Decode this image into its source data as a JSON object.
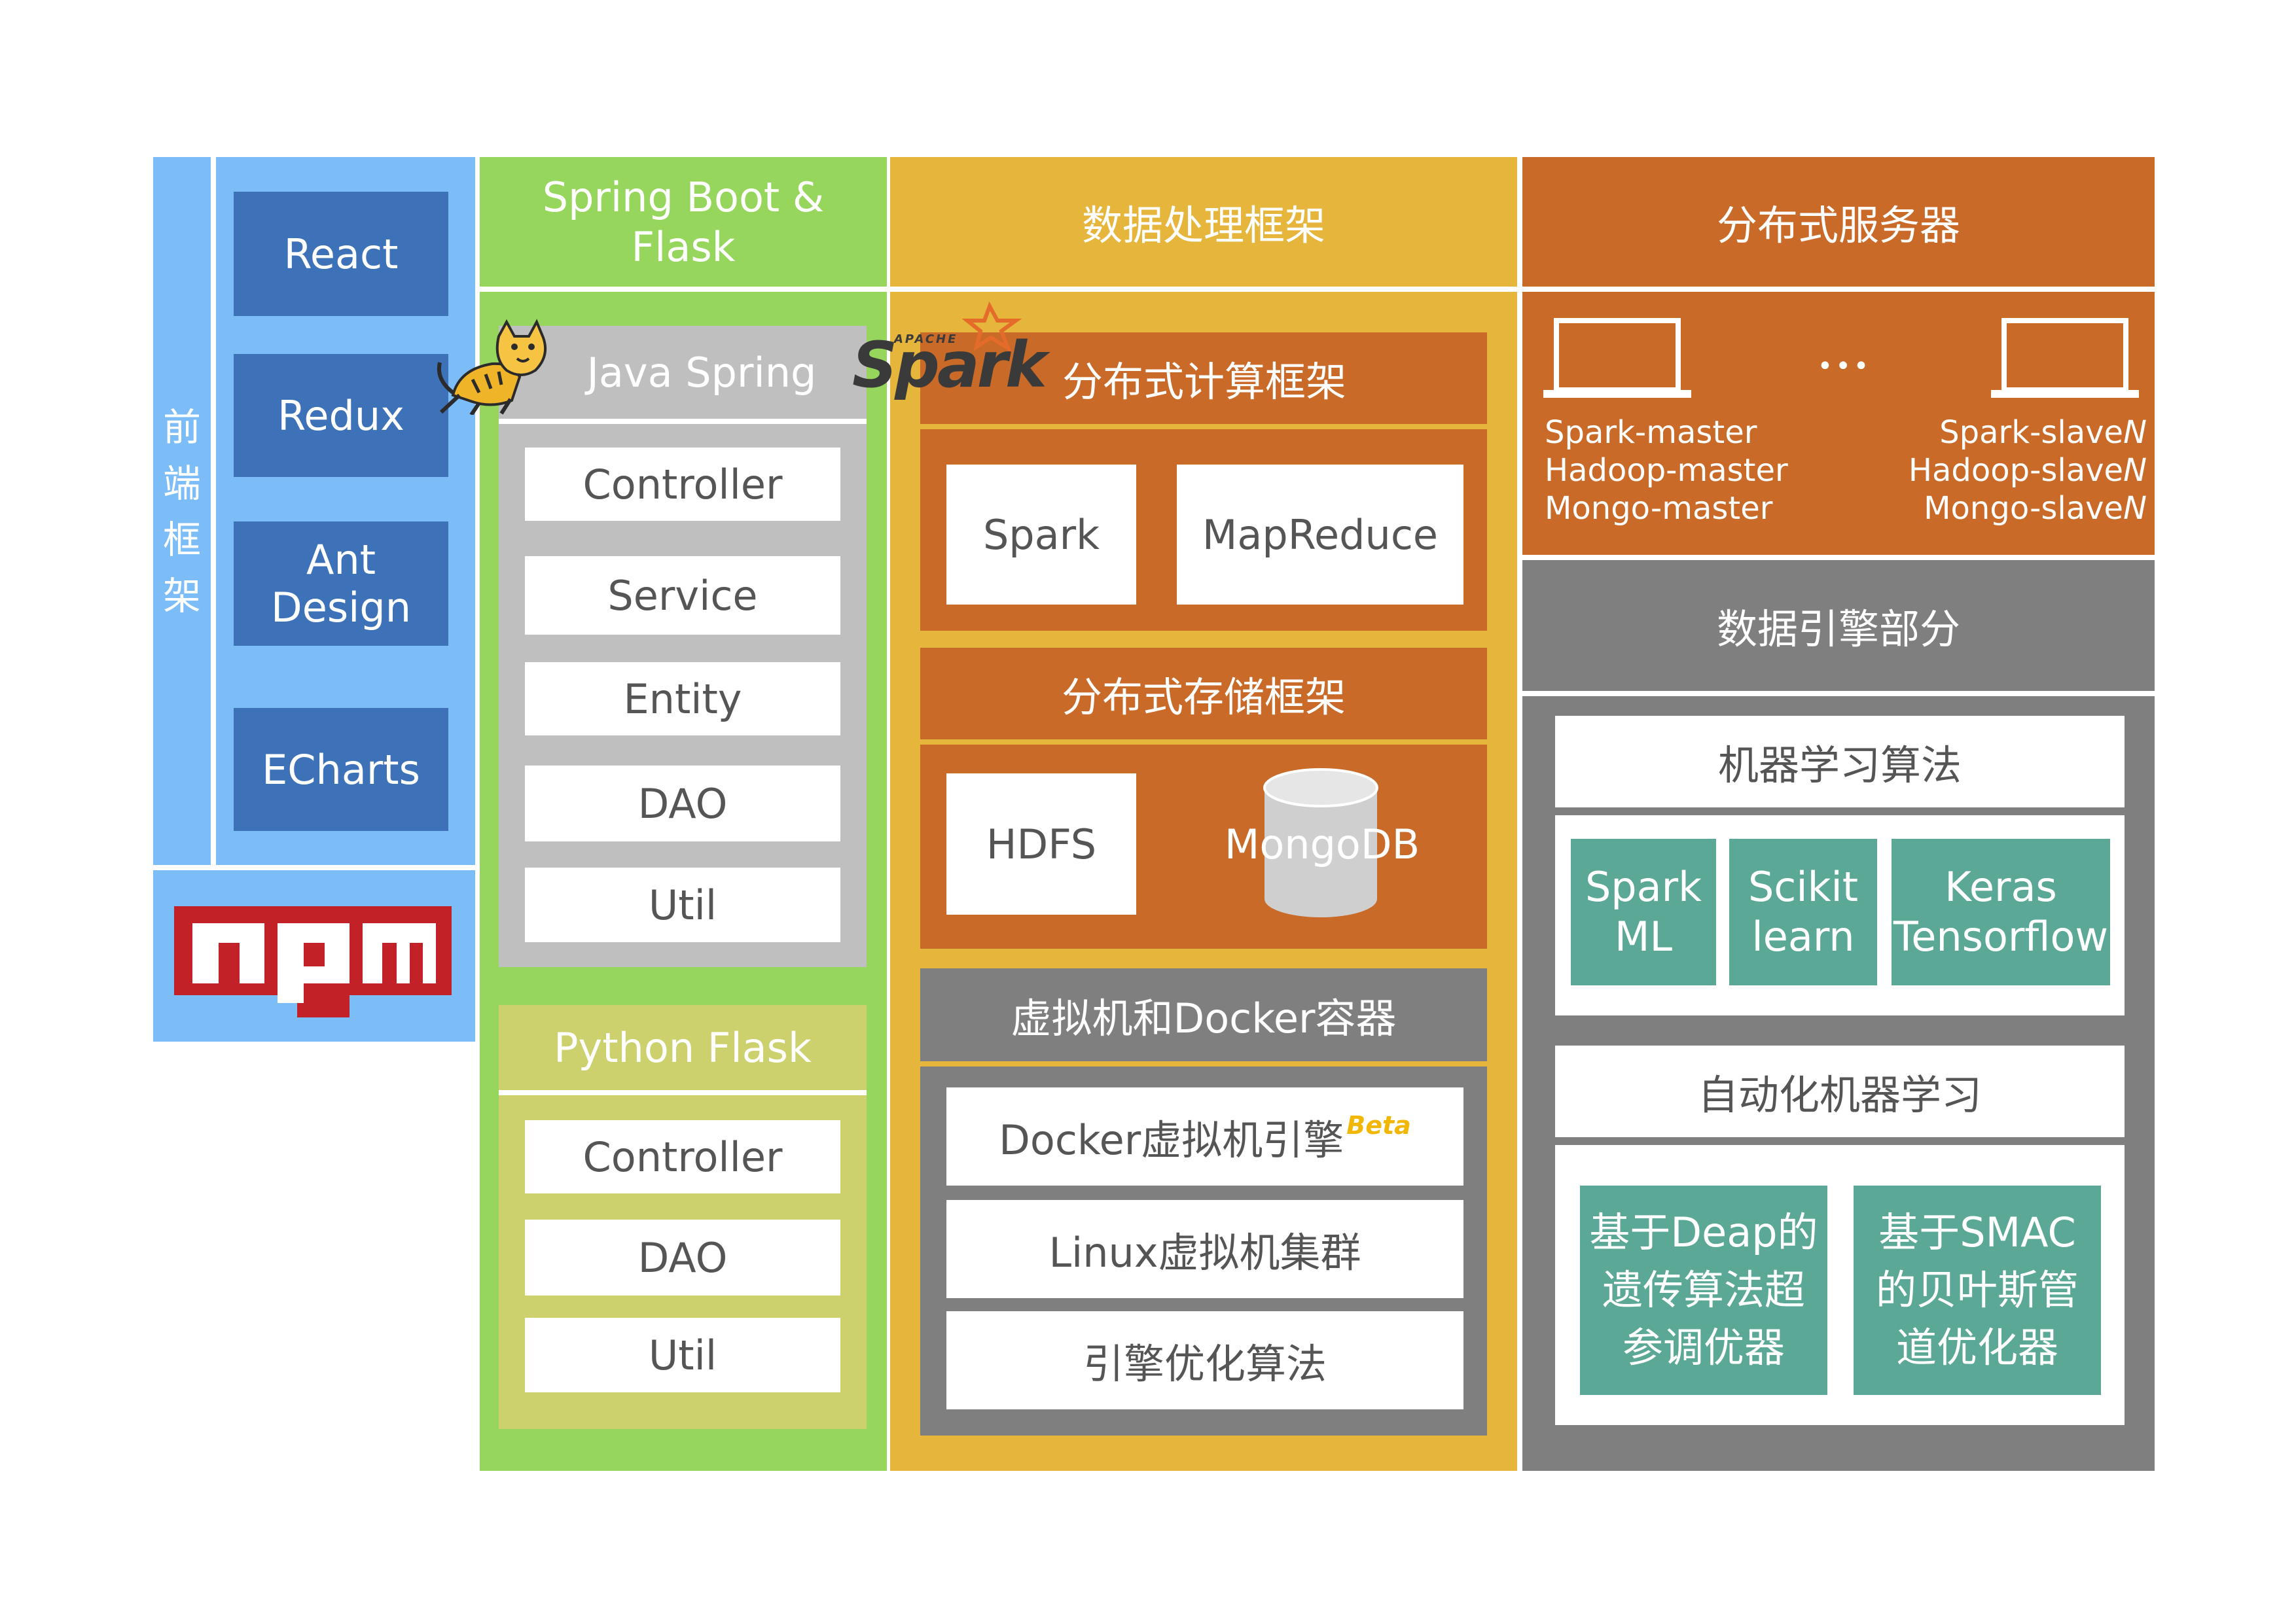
{
  "frontend": {
    "vertical_label": [
      "前",
      "端",
      "框",
      "架"
    ],
    "items": [
      "React",
      "Redux",
      "Ant Design",
      "ECharts"
    ],
    "npm_logo": "npm",
    "colors": {
      "panel": "#7dbdf7",
      "button": "#3d72b9"
    }
  },
  "backend": {
    "title_line1": "Spring Boot &",
    "title_line2": "Flask",
    "spring": {
      "label": "Java Spring",
      "icon": "tomcat-cat-icon",
      "items": [
        "Controller",
        "Service",
        "Entity",
        "DAO",
        "Util"
      ]
    },
    "flask": {
      "label": "Python Flask",
      "items": [
        "Controller",
        "DAO",
        "Util"
      ]
    },
    "colors": {
      "panel": "#96d65c",
      "spring_panel": "#bfbfbf",
      "flask_panel": "#ccd06d"
    }
  },
  "data_processing": {
    "title": "数据处理框架",
    "compute": {
      "logo_small": "APACHE",
      "logo": "Spark",
      "title": "分布式计算框架",
      "items": [
        "Spark",
        "MapReduce"
      ]
    },
    "storage": {
      "title": "分布式存储框架",
      "items": [
        "HDFS",
        "MongoDB"
      ]
    },
    "vm": {
      "title": "虚拟机和Docker容器",
      "docker_label": "Docker虚拟机引擎",
      "beta": "Beta",
      "items": [
        "Linux虚拟机集群",
        "引擎优化算法"
      ]
    },
    "colors": {
      "panel": "#e5b53c",
      "orange": "#c96a28",
      "grey": "#7f7f7f"
    }
  },
  "servers": {
    "title": "分布式服务器",
    "ellipsis": "•••",
    "master": [
      "Spark-master",
      "Hadoop-master",
      "Mongo-master"
    ],
    "slave": [
      "Spark-slave",
      "Hadoop-slave",
      "Mongo-slave"
    ],
    "slave_suffix": "N"
  },
  "engine": {
    "title": "数据引擎部分",
    "ml": {
      "title": "机器学习算法",
      "items": [
        {
          "line1": "Spark",
          "line2": "ML"
        },
        {
          "line1": "Scikit",
          "line2": "learn"
        },
        {
          "line1": "Keras",
          "line2": "Tensorflow"
        }
      ]
    },
    "automl": {
      "title": "自动化机器学习",
      "items": [
        {
          "line1": "基于Deap的",
          "line2": "遗传算法超",
          "line3": "参调优器"
        },
        {
          "line1": "基于SMAC",
          "line2": "的贝叶斯管",
          "line3": "道优化器"
        }
      ]
    },
    "colors": {
      "teal": "#5ba896",
      "grey": "#7f7f7f"
    }
  }
}
